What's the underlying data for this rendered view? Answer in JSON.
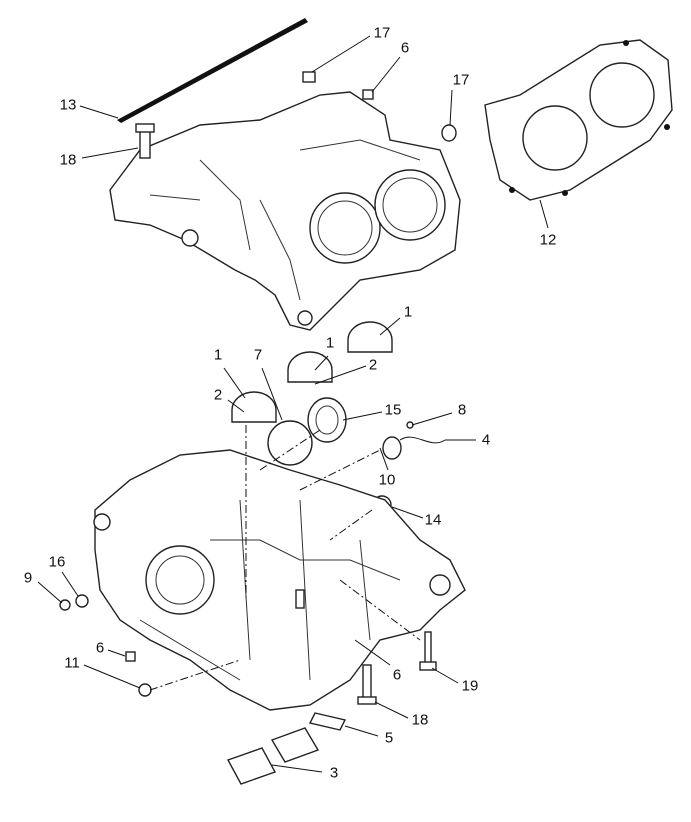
{
  "diagram": {
    "callouts": [
      "13",
      "17",
      "6",
      "17",
      "18",
      "12",
      "1",
      "1",
      "7",
      "1",
      "2",
      "2",
      "15",
      "8",
      "4",
      "10",
      "14",
      "16",
      "9",
      "6",
      "11",
      "6",
      "19",
      "18",
      "5",
      "3"
    ]
  }
}
